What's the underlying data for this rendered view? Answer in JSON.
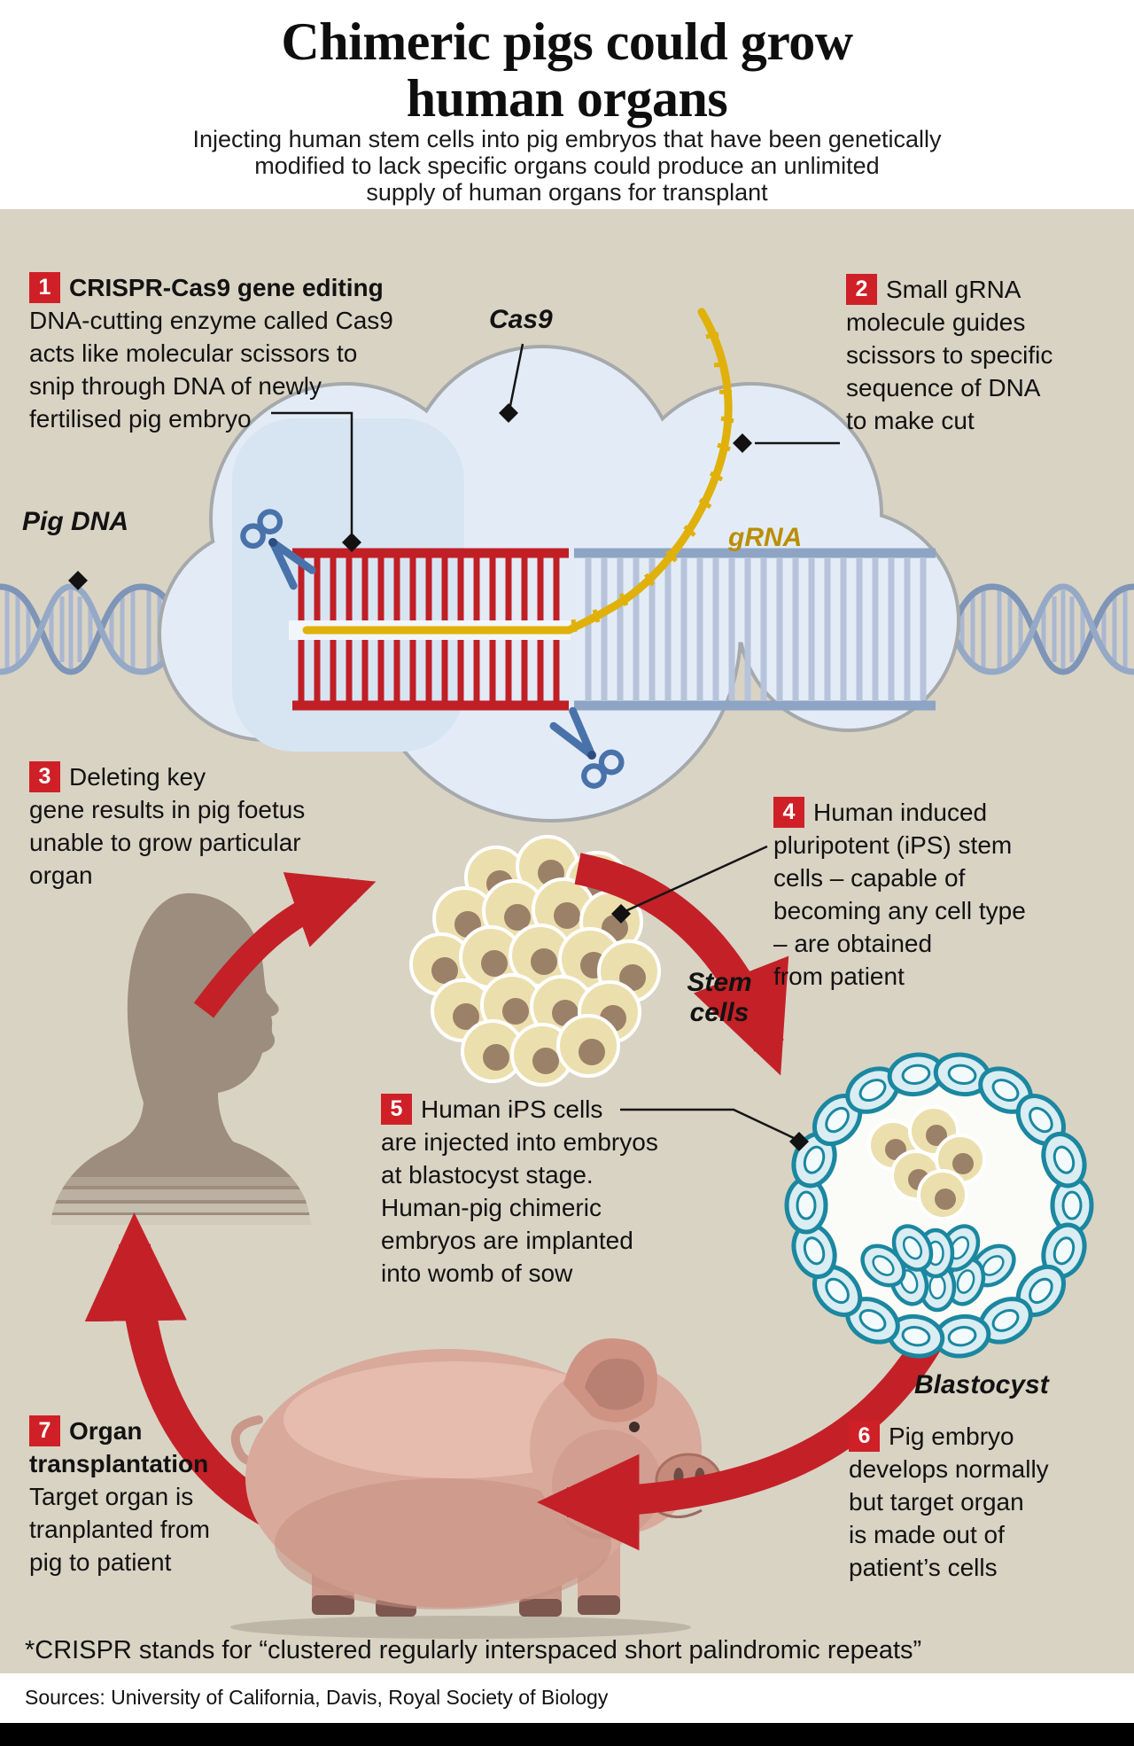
{
  "colors": {
    "accent_red": "#c32127",
    "number_box_red": "#cf2027",
    "beige_background": "#d9d3c4",
    "dna_blue": "#7e95b8",
    "grna_yellow": "#e0b10a",
    "cell_tan": "#ecdfae",
    "blastocyst_teal": "#1b87a0",
    "silhouette_brown": "#9c8d7e"
  },
  "header": {
    "title": "Chimeric pigs could grow\nhuman organs",
    "subtitle": "Injecting human stem cells into pig embryos that have been genetically\nmodified to lack specific organs could produce an unlimited\nsupply of human organs for transplant"
  },
  "steps": [
    {
      "num": "1",
      "heading": "CRISPR-Cas9 gene editing",
      "body": "DNA-cutting enzyme called Cas9\nacts like molecular scissors to\nsnip through DNA of newly\nfertilised pig embryo"
    },
    {
      "num": "2",
      "body": "Small gRNA\nmolecule guides\nscissors to specific\nsequence of DNA\nto make cut"
    },
    {
      "num": "3",
      "body": "Deleting key\ngene results in pig foetus\nunable to grow particular\norgan"
    },
    {
      "num": "4",
      "body": "Human induced\npluripotent (iPS) stem\ncells – capable of\nbecoming any cell type\n– are obtained\nfrom patient"
    },
    {
      "num": "5",
      "body": "Human iPS cells\nare injected into embryos\nat blastocyst stage.\nHuman-pig chimeric\nembryos are implanted\ninto womb of sow"
    },
    {
      "num": "6",
      "body": "Pig embryo\ndevelops normally\nbut target organ\nis made out of\npatient’s cells"
    },
    {
      "num": "7",
      "heading": "Organ\ntransplantation",
      "body": "Target organ is\ntranplanted from\npig to patient"
    }
  ],
  "labels": {
    "cas9": "Cas9",
    "pig_dna": "Pig DNA",
    "grna": "gRNA",
    "stem_cells": "Stem\ncells",
    "blastocyst": "Blastocyst"
  },
  "footnote": "*CRISPR stands for “clustered regularly interspaced short palindromic repeats”",
  "sources": "Sources: University of California, Davis, Royal Society of Biology"
}
